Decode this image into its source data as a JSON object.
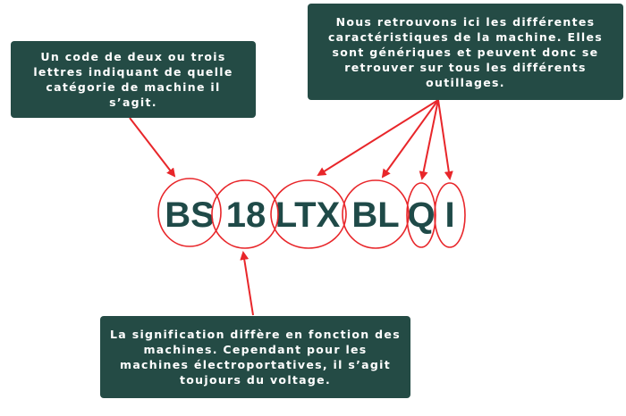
{
  "callouts": {
    "category": "Un code de deux ou trois lettres indiquant de quelle catégorie de machine il s’agit.",
    "features": "Nous retrouvons ici les différentes caractéristiques de la machine. Elles sont génériques et peuvent donc se retrouver sur tous les différents outillages.",
    "voltage": "La signification diffère en fonction des machines. Cependant pour les machines électroportatives, il s’agit toujours du voltage."
  },
  "code_parts": [
    "BS",
    "18",
    "LTX",
    "BL",
    "Q",
    "I"
  ],
  "colors": {
    "box": "#244b45",
    "arrow": "#e8262a",
    "code": "#1f4a48"
  }
}
